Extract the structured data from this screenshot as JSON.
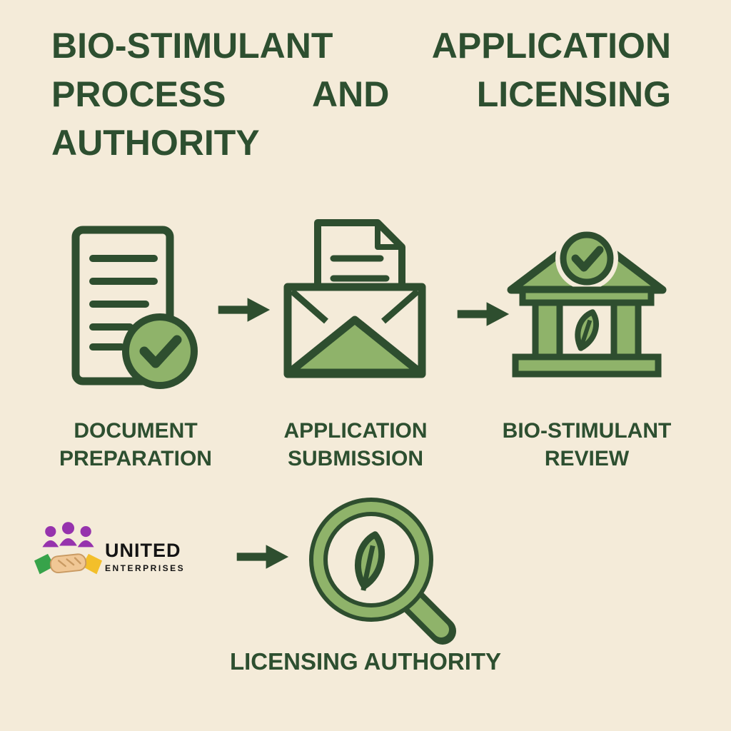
{
  "title": "BIO-STIMULANT APPLICATION PROCESS AND LICENSING AUTHORITY",
  "steps": [
    {
      "label": "DOCUMENT PREPARATION",
      "icon": "document-check-icon"
    },
    {
      "label": "APPLICATION SUBMISSION",
      "icon": "envelope-letter-icon"
    },
    {
      "label": "BIO-STIMULANT REVIEW",
      "icon": "government-building-check-leaf-icon"
    }
  ],
  "final_step": {
    "label": "LICENSING AUTHORITY",
    "icon": "magnifier-leaf-icon"
  },
  "logo": {
    "name": "UNITED",
    "subname": "ENTERPRISES",
    "emblem": "handshake-people-icon"
  },
  "colors": {
    "background": "#f4ebd9",
    "ink_green": "#2e4e2f",
    "fill_green": "#8fb36a",
    "text_green": "#2d4f30",
    "logo_purple": "#9633ad",
    "logo_green": "#37a34a",
    "logo_yellow": "#f3bf2a",
    "logo_tan": "#f0c795",
    "text_black": "#141414"
  }
}
